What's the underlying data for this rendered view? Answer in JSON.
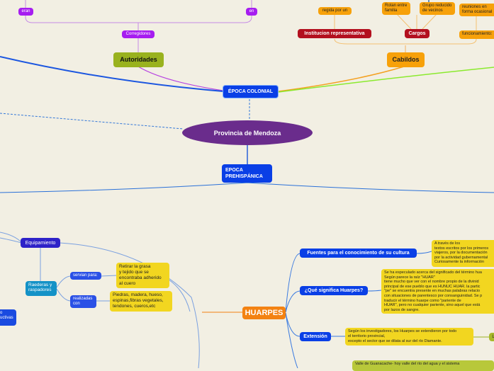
{
  "nodes": {
    "eran": "eran",
    "en": "en",
    "corregidores": "Corregidores",
    "autoridades": "Autoridades",
    "regida_por_un": "regida por un",
    "rotan_entre_familia": "Rotan entre\nfamilia",
    "grupo_reducido": "Grupo reducido\nde vecinos",
    "reuniones": "reuniones en\nforma ocasional",
    "institucion": "Institucion representativa",
    "cargos": "Cargos",
    "funcionamiento": "funcionamiento:",
    "cabildos": "Cabildos",
    "epoca_colonial": "ÉPOCA COLONIAL",
    "provincia": "Provincia de Mendoza",
    "epoca_prehispanica": "EPOCA\nPREHISPÁNICA",
    "equipamiento": "Equipamiento",
    "raederas": "Raederas y\nraspadores",
    "servian_para": "servian para:",
    "realizadas_con": "realizadas\ncon",
    "retirar_grasa": "Retirar la grasa\ny tejido que se\nencontraba adherido\nal cuero",
    "piedras": "Piedras, madera, hueso,\nespinas,fibras vegetales,\ntendones, cueros,etc",
    "left_blue": "o\nuctivas",
    "huarpes": "HUARPES",
    "fuentes": "Fuentes para el conocimiento de su cultura",
    "fuentes_text": "A través de los\ntextos escritos por los primeros\nviajeros, por la documentación\npor la actividad gubernamental\nCuriosamente la información",
    "que_significa": "¿Qué significa Huarpes?",
    "significa_text": "Se ha especulado acerca del significado del término hua\nSegún parece la raíz \"HUAR\"\ntiene mucho que ver con el nombre propio de la divinid\nprincipal de ese pueblo que es HUNUC HUAR. la partic\n\"pe\" se encuentra presente en muchas palabras relacio\ncon situaciones de parentesco por consanguinidad. Se p\ntraducir el término huarpe como \"pariente de\nHUAR\", pero no cualquier pariente, sino aquel que está\npor lazos de sangre.",
    "extension": "Extensión",
    "extension_text": "Según los investigadores, los Huarpes se extendieron por todo\nel territorio provincial,\nexcepto el sector que se dilata al sur del río Diamante.",
    "ext_right": "L",
    "guanacache": "Valle de Guanacache- hoy valle del río del agua y el sistema"
  }
}
